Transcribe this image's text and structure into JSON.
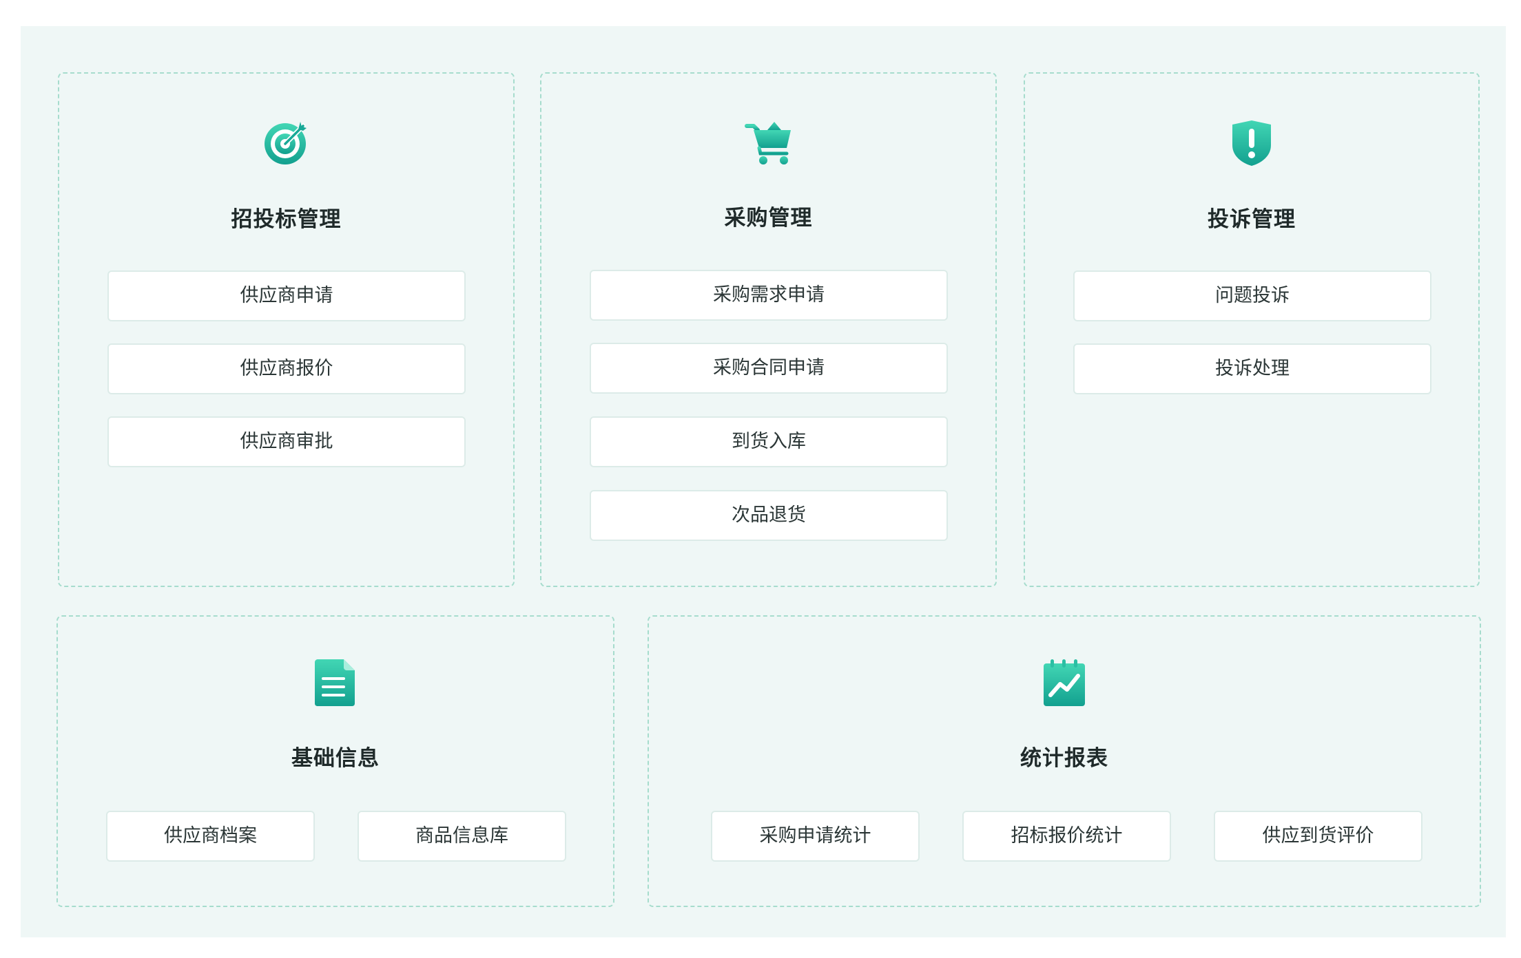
{
  "colors": {
    "accent_light": "#3fd3b2",
    "accent_dark": "#13a391",
    "panel_border": "#a6dccd",
    "background": "#eff7f6"
  },
  "panels": [
    {
      "icon": "target-icon",
      "title": "招投标管理",
      "items": [
        "供应商申请",
        "供应商报价",
        "供应商审批"
      ]
    },
    {
      "icon": "shopping-cart-icon",
      "title": "采购管理",
      "items": [
        "采购需求申请",
        "采购合同申请",
        "到货入库",
        "次品退货"
      ]
    },
    {
      "icon": "shield-alert-icon",
      "title": "投诉管理",
      "items": [
        "问题投诉",
        "投诉处理"
      ]
    },
    {
      "icon": "document-icon",
      "title": "基础信息",
      "items": [
        "供应商档案",
        "商品信息库"
      ]
    },
    {
      "icon": "report-chart-icon",
      "title": "统计报表",
      "items": [
        "采购申请统计",
        "招标报价统计",
        "供应到货评价"
      ]
    }
  ]
}
